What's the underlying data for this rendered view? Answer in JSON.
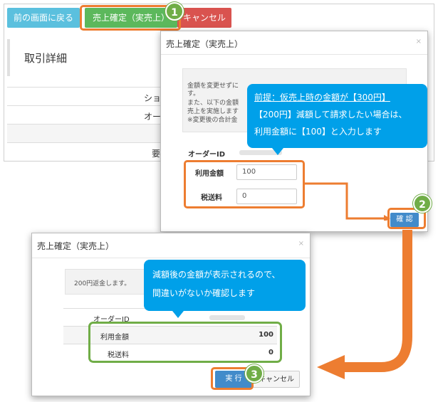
{
  "toolbar": {
    "back_label": "前の画面に戻る",
    "confirm_label": "売上確定（実売上）",
    "cancel_label": "キャンセル"
  },
  "background_page": {
    "title": "取引詳細",
    "row1_fragment": "ショ",
    "row2_fragment": "オー",
    "row4_fragment": "要"
  },
  "steps": [
    "1",
    "2",
    "3"
  ],
  "dialog1": {
    "title": "売上確定（実売上）",
    "close": "×",
    "info_lines": [
      "金額を変更せずに",
      "す。",
      "また、以下の金額",
      "売上を実施します",
      "※変更後の合計金"
    ],
    "order_id_label": "オーダーID",
    "amount_label": "利用金額",
    "amount_value": "100",
    "shipping_label": "税送料",
    "shipping_value": "0",
    "confirm_button": "確 認"
  },
  "callout1": {
    "line1": "前提：仮売上時の金額が【300円】",
    "line2": "【200円】減額して請求したい場合は、",
    "line3": "利用金額に【100】と入力します"
  },
  "dialog2": {
    "title": "売上確定（実売上）",
    "close": "×",
    "info_text": "200円返金します。",
    "order_id_label": "オーダーID",
    "amount_label": "利用金額",
    "amount_value": "100",
    "shipping_label": "税送料",
    "shipping_value": "0",
    "execute_button": "実 行",
    "cancel_button": "キャンセル"
  },
  "callout2": {
    "line1": "減額後の金額が表示されるので、",
    "line2": "間違いがないか確認します"
  },
  "colors": {
    "orange": "#ed7d31",
    "green": "#70ad47",
    "callout_blue": "#00a0e9",
    "primary": "#428bca"
  }
}
